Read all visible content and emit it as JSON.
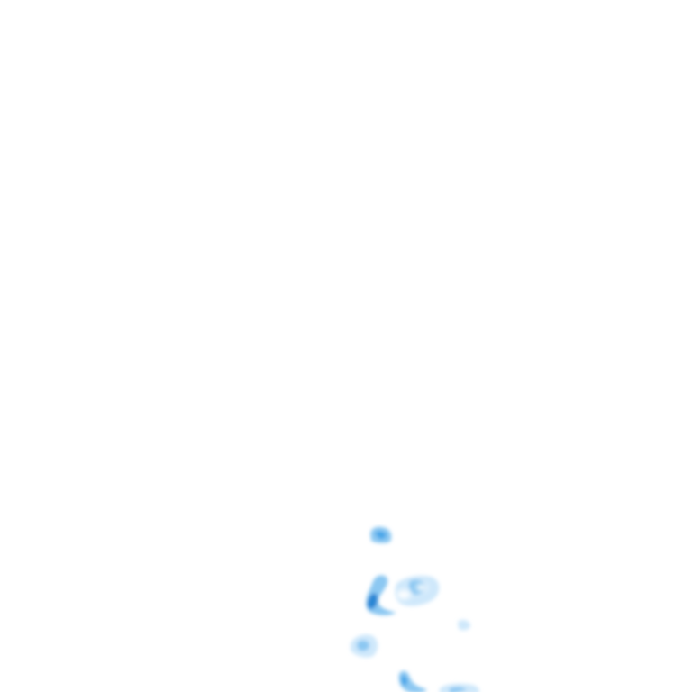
{
  "map": {
    "type": "precipitation-radar-tile",
    "background_color": "#ffffff",
    "palette": {
      "light": "#cfe8fb",
      "medium": "#8cc8f2",
      "strong": "#4aa6e8",
      "intense": "#2a86d4"
    },
    "echoes": [
      {
        "name": "echo-north-cell",
        "intensity": "strong"
      },
      {
        "name": "echo-central-cluster",
        "intensity": "intense"
      },
      {
        "name": "echo-east-fragment",
        "intensity": "light"
      },
      {
        "name": "echo-west-cell",
        "intensity": "medium"
      },
      {
        "name": "echo-south-band",
        "intensity": "medium"
      }
    ]
  }
}
